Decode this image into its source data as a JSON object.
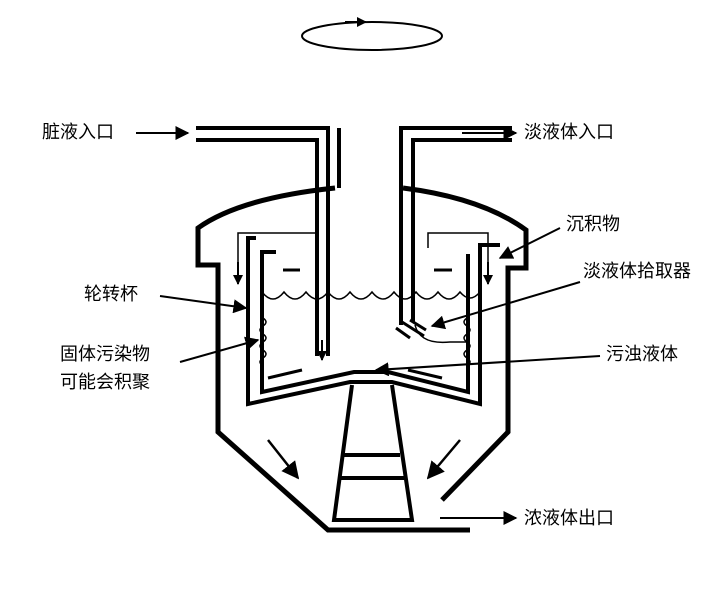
{
  "labels": {
    "dirty_inlet": "脏液入口",
    "light_inlet": "淡液体入口",
    "sediment": "沉积物",
    "rotor_cup": "轮转杯",
    "light_picker": "淡液体拾取器",
    "solid_line1": "固体污染物",
    "solid_line2": "可能会积聚",
    "turbid": "污浊液体",
    "concentrate_outlet": "浓液体出口"
  },
  "colors": {
    "line": "#000000",
    "background": "#ffffff"
  }
}
